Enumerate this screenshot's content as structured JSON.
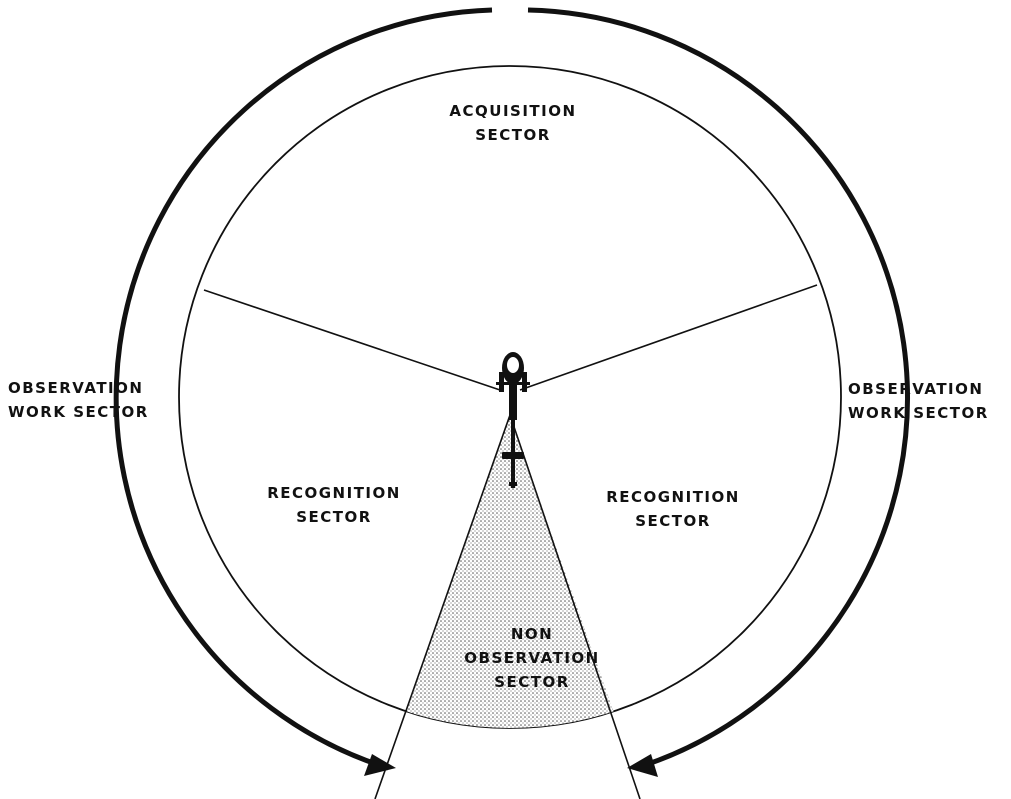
{
  "labels": {
    "acquisition": [
      "ACQUISITION",
      "SECTOR"
    ],
    "observation_left": [
      "OBSERVATION",
      "WORK SECTOR"
    ],
    "observation_right": [
      "OBSERVATION",
      "WORK SECTOR"
    ],
    "recognition_left": [
      "RECOGNITION",
      "SECTOR"
    ],
    "recognition_right": [
      "RECOGNITION",
      "SECTOR"
    ],
    "non_observation": [
      "NON",
      "OBSERVATION",
      "SECTOR"
    ]
  },
  "icons": {
    "aircraft": "helicopter-icon"
  },
  "colors": {
    "line": "#111111",
    "background": "#ffffff",
    "stipple": "#9a9a9a"
  }
}
